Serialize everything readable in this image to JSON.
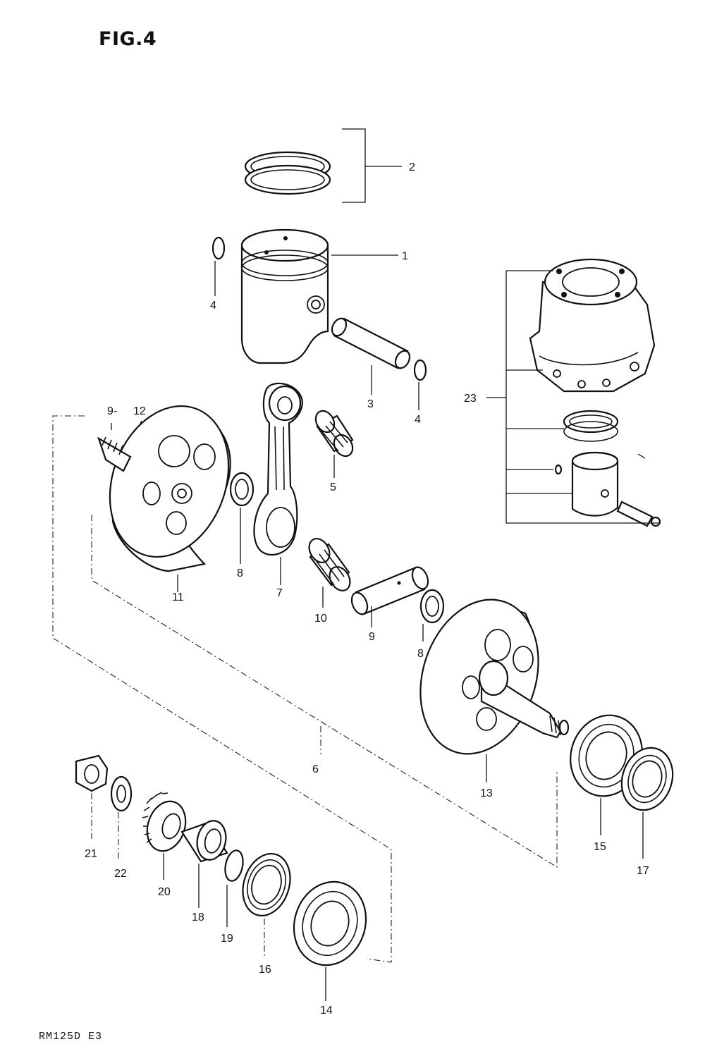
{
  "figure_label": "FIG.4",
  "model_code": "RM125D E3",
  "callouts": {
    "p1": "1",
    "p2": "2",
    "p3": "3",
    "p4a": "4",
    "p4b": "4",
    "p5": "5",
    "p6": "6",
    "p7": "7",
    "p8a": "8",
    "p8b": "8",
    "p9": "9",
    "p10": "10",
    "p11": "11",
    "p12": "12",
    "p12_prefix": "9-",
    "p13": "13",
    "p14": "14",
    "p15": "15",
    "p16": "16",
    "p17": "17",
    "p18": "18",
    "p19": "19",
    "p20": "20",
    "p21": "21",
    "p22": "22",
    "p23": "23"
  }
}
